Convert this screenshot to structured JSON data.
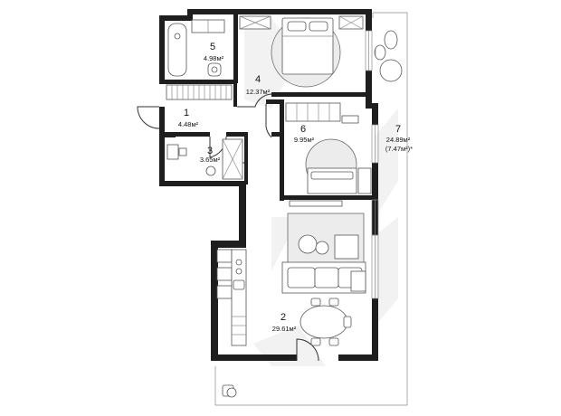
{
  "rooms": [
    {
      "id": "5",
      "number": "5",
      "area": "4.98м²"
    },
    {
      "id": "4",
      "number": "4",
      "area": "12.37м²"
    },
    {
      "id": "1",
      "number": "1",
      "area": "4.48м²"
    },
    {
      "id": "3",
      "number": "3",
      "area": "3.65м²"
    },
    {
      "id": "6",
      "number": "6",
      "area": "9.95м²"
    },
    {
      "id": "7",
      "number": "7",
      "area": "24.89м²",
      "area_note": "(7.47м²)*"
    },
    {
      "id": "2",
      "number": "2",
      "area": "29.61м²"
    }
  ]
}
